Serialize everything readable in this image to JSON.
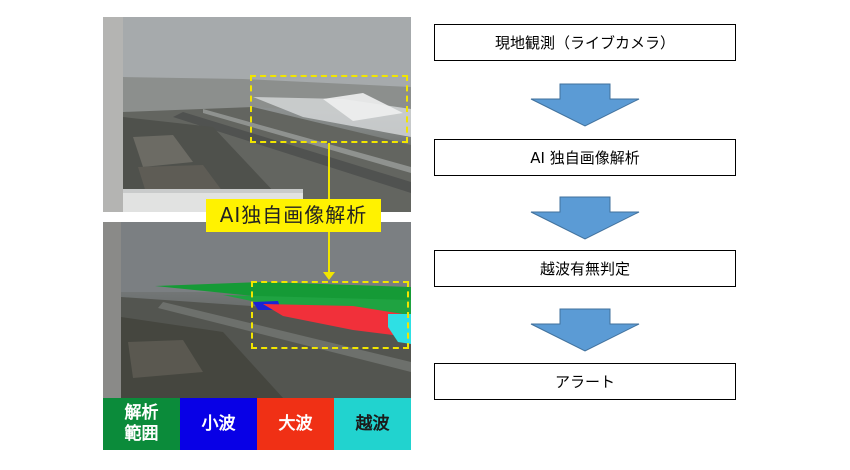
{
  "photos": {
    "top": {
      "description_icon": "camera-photo"
    },
    "bottom": {
      "description_icon": "camera-photo-analysis"
    }
  },
  "overlay_label": "AI独自画像解析",
  "legend": {
    "analysis": {
      "line1": "解析",
      "line2": "範囲",
      "color": "#0b8b3a"
    },
    "small": {
      "label": "小波",
      "color": "#0800e6"
    },
    "large": {
      "label": "大波",
      "color": "#f03015"
    },
    "over": {
      "label": "越波",
      "color": "#21d3cf"
    }
  },
  "flow": {
    "steps": [
      "現地観測（ライブカメラ）",
      "AI 独自画像解析",
      "越波有無判定",
      "アラート"
    ],
    "arrow_color": "#5b9bd5"
  },
  "colors": {
    "highlight": "#f1e500",
    "label_bg": "#fff200"
  }
}
